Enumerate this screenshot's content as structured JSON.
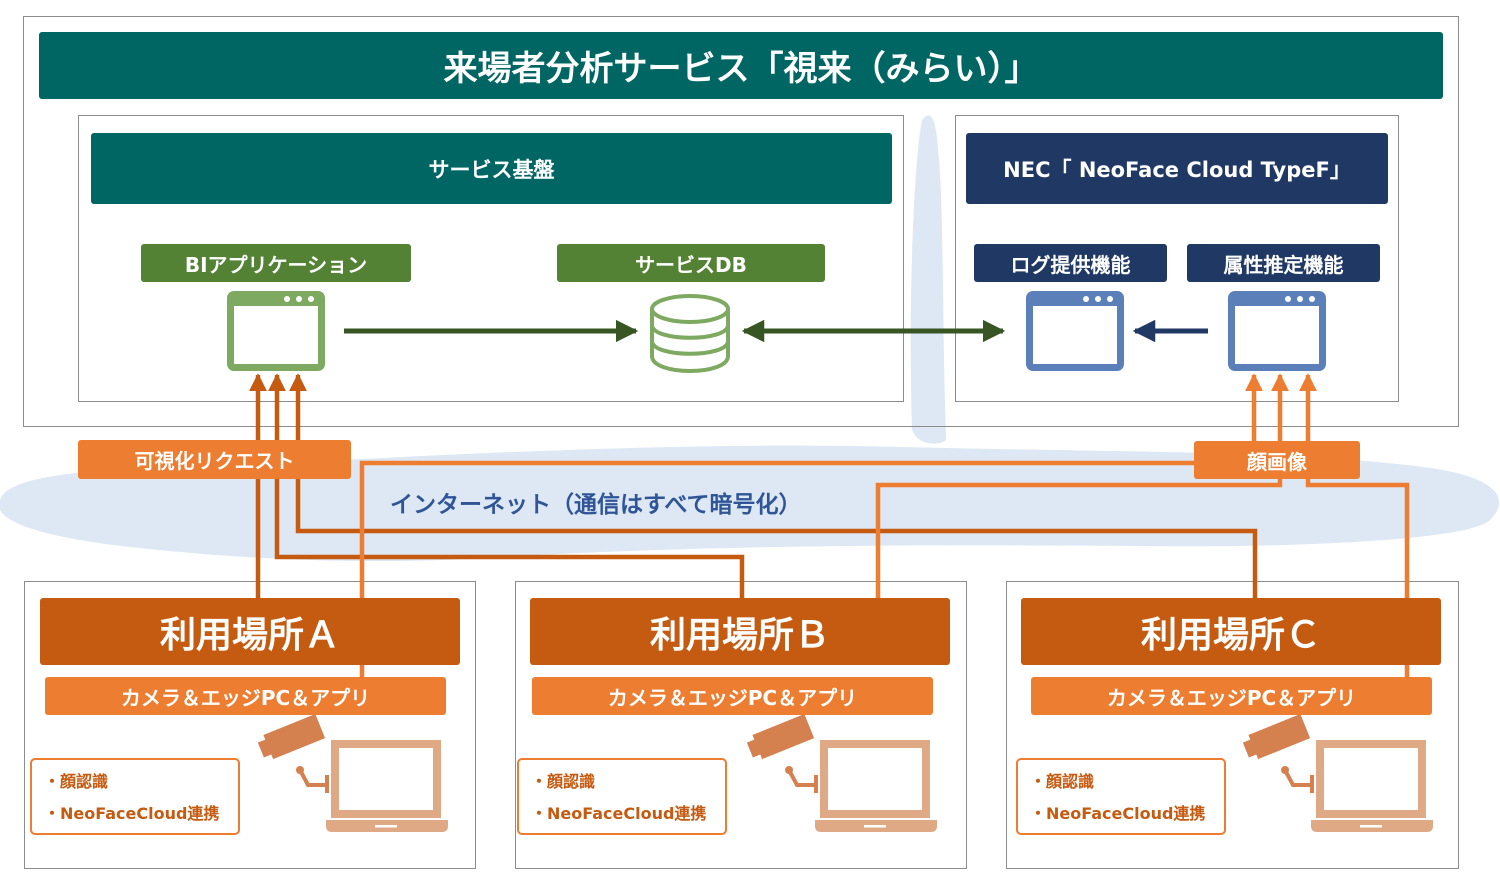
{
  "title": "来場者分析サービス「視来（みらい）」",
  "service_platform": {
    "title": "サービス基盤",
    "bi_app": {
      "label": "BIアプリケーション",
      "icon": "browser-window-icon"
    },
    "service_db": {
      "label": "サービスDB",
      "icon": "database-icon"
    }
  },
  "nec_cloud": {
    "title": "NEC「 NeoFace Cloud TypeF」",
    "log_function": {
      "label": "ログ提供機能",
      "icon": "browser-window-icon"
    },
    "attribute_function": {
      "label": "属性推定機能",
      "icon": "browser-window-icon"
    }
  },
  "internet": {
    "label": "インターネット（通信はすべて暗号化）"
  },
  "flows": {
    "visualization_request": "可視化リクエスト",
    "face_image": "顔画像"
  },
  "sites": [
    {
      "name": "利用場所Ａ",
      "device_label": "カメラ＆エッジPC＆アプリ",
      "features": [
        "・顔認識",
        "・NeoFaceCloud連携"
      ]
    },
    {
      "name": "利用場所Ｂ",
      "device_label": "カメラ＆エッジPC＆アプリ",
      "features": [
        "・顔認識",
        "・NeoFaceCloud連携"
      ]
    },
    {
      "name": "利用場所Ｃ",
      "device_label": "カメラ＆エッジPC＆アプリ",
      "features": [
        "・顔認識",
        "・NeoFaceCloud連携"
      ]
    }
  ],
  "colors": {
    "teal": "#006663",
    "navy": "#1f3864",
    "green": "#548235",
    "green_icon": "#7ea960",
    "blue_icon": "#5b7fb9",
    "dark_orange": "#c55a11",
    "orange": "#ed7d31",
    "cloud": "#dde8f4",
    "internet_text": "#2f5597"
  }
}
